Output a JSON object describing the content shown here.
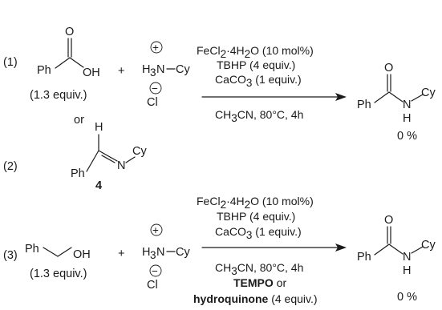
{
  "labels": {
    "r1": "(1)",
    "r2": "(2)",
    "r3": "(3)",
    "plus": "+",
    "or": "or",
    "compound": "4"
  },
  "atoms": {
    "Ph": "Ph",
    "O": "O",
    "OH": "OH",
    "H3N": "H",
    "sub3": "3",
    "N": "N",
    "Cy": "Cy",
    "Cl": "Cl",
    "H": "H",
    "minus_dash": "–",
    "plus_sign": "+",
    "minus_sign": "−",
    "H_imine": "H"
  },
  "reagents": {
    "acid_equiv": "(1.3 equiv.)",
    "alcohol_equiv": "(1.3 equiv.)"
  },
  "conditions_1": {
    "catalyst_pre": "FeCl",
    "catalyst_sub1": "2",
    "catalyst_mid": "·4H",
    "catalyst_sub2": "2",
    "catalyst_post": "O (10 mol%)",
    "oxidant": "TBHP (4 equiv.)",
    "base_pre": "CaCO",
    "base_sub": "3",
    "base_post": " (1 equiv.)",
    "solvent_pre": "CH",
    "solvent_sub": "3",
    "solvent_post": "CN, 80°C, 4h"
  },
  "conditions_3": {
    "catalyst_pre": "FeCl",
    "catalyst_sub1": "2",
    "catalyst_mid": "·4H",
    "catalyst_sub2": "2",
    "catalyst_post": "O (10 mol%)",
    "oxidant": "TBHP (4 equiv.)",
    "base_pre": "CaCO",
    "base_sub": "3",
    "base_post": " (1 equiv.)",
    "solvent_pre": "CH",
    "solvent_sub": "3",
    "solvent_post": "CN, 80°C, 4h",
    "additive1": "TEMPO",
    "additive1_suffix": " or",
    "additive2": "hydroquinone",
    "additive2_suffix": " (4 equiv.)"
  },
  "products": {
    "yield_top": "0 %",
    "yield_bottom": "0 %"
  }
}
